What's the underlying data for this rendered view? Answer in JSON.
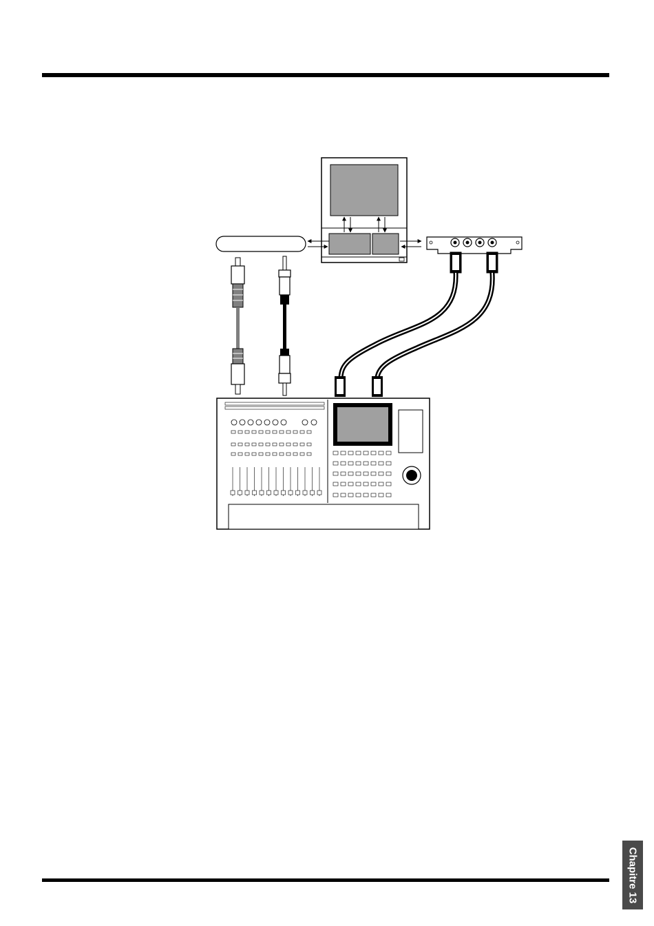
{
  "page": {
    "chapter_tab": "Chapitre 13"
  },
  "colors": {
    "ink": "#000000",
    "screen_gray": "#a0a0a0",
    "optical_cable": "#808080",
    "tab_background": "#4a4a4a"
  },
  "diagram": {
    "devices": [
      {
        "name": "computer",
        "icon": "computer-monitor-icon"
      },
      {
        "name": "digital-interface-strip",
        "icon": "interface-strip-icon"
      },
      {
        "name": "midi-interface-card",
        "icon": "midi-card-icon"
      },
      {
        "name": "multitrack-recorder",
        "icon": "recorder-console-icon"
      }
    ],
    "cables": [
      {
        "type": "optical",
        "icon": "optical-plug-icon"
      },
      {
        "type": "coaxial",
        "icon": "rca-plug-icon"
      },
      {
        "type": "midi",
        "icon": "midi-plug-icon"
      },
      {
        "type": "midi",
        "icon": "midi-plug-icon"
      }
    ]
  }
}
